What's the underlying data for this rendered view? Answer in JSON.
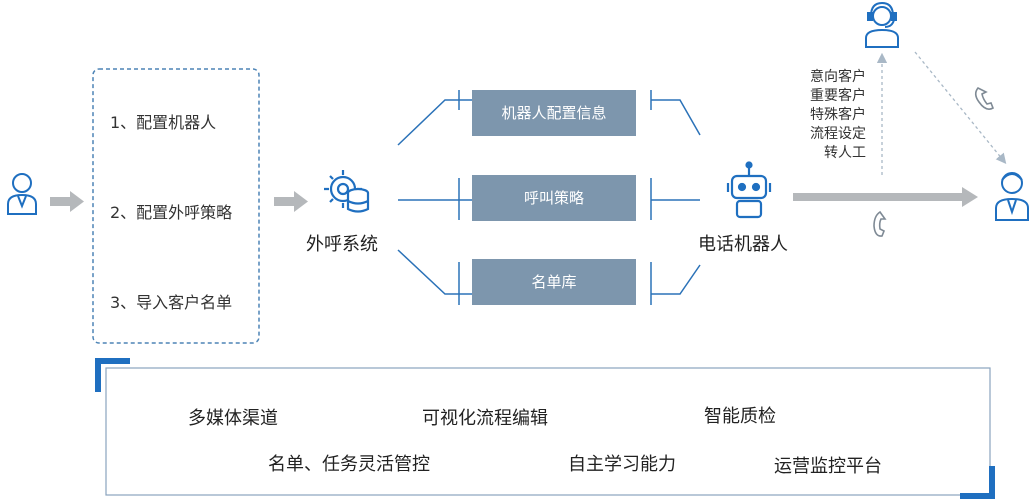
{
  "steps": [
    "1、配置机器人",
    "2、配置外呼策略",
    "3、导入客户名单"
  ],
  "system_label": "外呼系统",
  "boxes": [
    "机器人配置信息",
    "呼叫策略",
    "名单库"
  ],
  "robot_label": "电话机器人",
  "transfer_notes": [
    "意向客户",
    "重要客户",
    "特殊客户",
    "流程设定",
    "转人工"
  ],
  "features": [
    "多媒体渠道",
    "可视化流程编辑",
    "智能质检",
    "名单、任务灵活管控",
    "自主学习能力",
    "运营监控平台"
  ],
  "icons": {
    "operator": "user-icon",
    "gear": "gear-database-icon",
    "robot": "robot-icon",
    "agent": "headset-agent-icon",
    "customer": "customer-icon",
    "phone": "phone-icon"
  },
  "colors": {
    "accent": "#1f6fc0",
    "box_fill": "#7d96ad",
    "arrow_gray": "#b5b8bb",
    "dashed": "#4d84b6",
    "line_blue": "#2b72b8"
  }
}
